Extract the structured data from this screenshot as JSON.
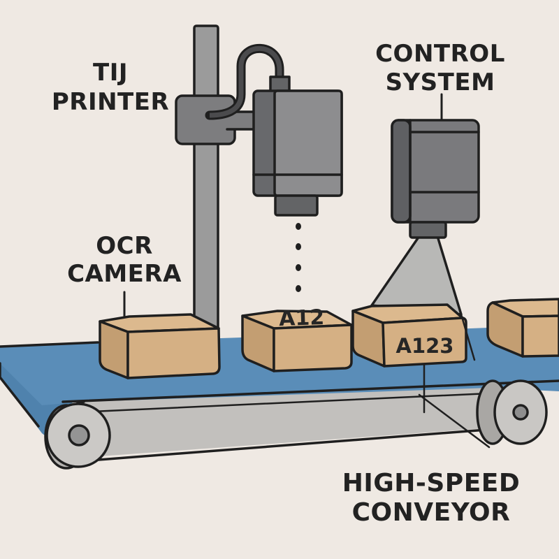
{
  "diagram": {
    "title": "Conveyor coding and OCR inspection station",
    "labels": {
      "tij_printer": [
        "TIJ",
        "PRINTER"
      ],
      "control_system": [
        "CONTROL",
        "SYSTEM"
      ],
      "ocr_camera": [
        "OCR",
        "CAMERA"
      ],
      "conveyor": [
        "HIGH-SPEED",
        "CONVEYOR"
      ]
    },
    "boxes": [
      {
        "id": "box-1",
        "code": ""
      },
      {
        "id": "box-2",
        "code": "A12"
      },
      {
        "id": "box-3",
        "code": "A123"
      },
      {
        "id": "box-4",
        "code": ""
      }
    ],
    "components": [
      "printer-stand",
      "tij-printer-head",
      "ink-cable",
      "inspection-camera",
      "camera-light-cone",
      "conveyor-belt",
      "left-roller",
      "right-roller"
    ],
    "colors": {
      "background": "#efe9e3",
      "belt": "#5a8db8",
      "belt_dark": "#4a7aa3",
      "roller": "#c7c5c2",
      "metal": "#8a8a8a",
      "metal_dark": "#5f6063",
      "box_front": "#d5b084",
      "box_side": "#c39e72",
      "box_top": "#dcb98e",
      "outline": "#1f1f1f",
      "light_cone": "#b8b8b6"
    }
  }
}
